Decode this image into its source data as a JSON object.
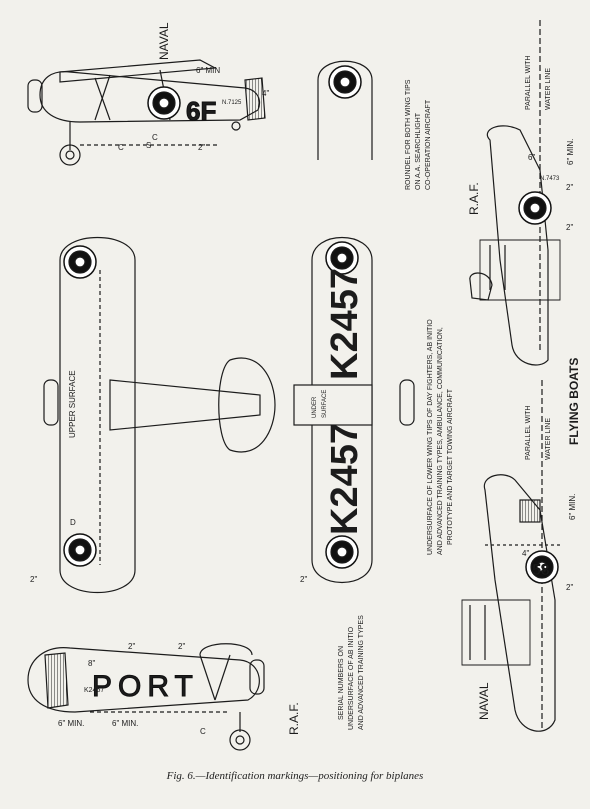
{
  "caption": "Fig. 6.—Identification markings—positioning for biplanes",
  "views": {
    "naval_side": {
      "heading": "NAVAL",
      "code": "6F",
      "min_label": "6\" MIN",
      "small_serial": "N.7125",
      "dim_a": "4\"",
      "dim_c": "C",
      "dim_c2": "C",
      "dim_2": "2\"",
      "dim_s": "S"
    },
    "roundel_note": [
      "ROUNDEL FOR BOTH WING TIPS",
      "ON A.A. SEARCHLIGHT",
      "CO-OPERATION AIRCRAFT"
    ],
    "raf_boat": {
      "heading": "R.A.F.",
      "parallel": [
        "PARALLEL WITH",
        "WATER LINE"
      ],
      "min_label": "6\" MIN.",
      "dim_2a": "2\"",
      "dim_2b": "2\"",
      "dim_6": "6\"",
      "serial": "N.7473"
    },
    "plan_view": {
      "upper_surface": "UPPER SURFACE",
      "under_surface": [
        "UNDER",
        "SURFACE"
      ],
      "serial_upper": "K2457",
      "serial_lower": "K2457",
      "dim_d": "D",
      "dim_2a": "2\"",
      "dim_2b": "2\""
    },
    "underwing_note": [
      "UNDERSURFACE OF LOWER WING TIPS OF DAY FIGHTERS, AB INITIO",
      "AND ADVANCED TRAINING TYPES, AMBULANCE, COMMUNICATION,",
      "PROTOTYPE AND TARGET TOWING AIRCRAFT"
    ],
    "serial_note": [
      "SERIAL NUMBERS ON",
      "UNDERSURFACE OF AB INITIO",
      "AND ADVANCED TRAINING TYPES"
    ],
    "raf_side": {
      "heading": "R.A.F.",
      "word": "PORT",
      "serial": "K2457",
      "min1": "6\" MIN.",
      "min2": "6\" MIN.",
      "dim_2a": "2\"",
      "dim_2b": "2\"",
      "dim_c": "C",
      "dim_8": "8\""
    },
    "naval_boat": {
      "heading": "NAVAL",
      "parallel": [
        "PARALLEL WITH",
        "WATER LINE"
      ],
      "min_label": "6\" MIN.",
      "code": "58",
      "dim_4": "4\"",
      "dim_2": "2\""
    },
    "flying_boats": "FLYING BOATS"
  }
}
